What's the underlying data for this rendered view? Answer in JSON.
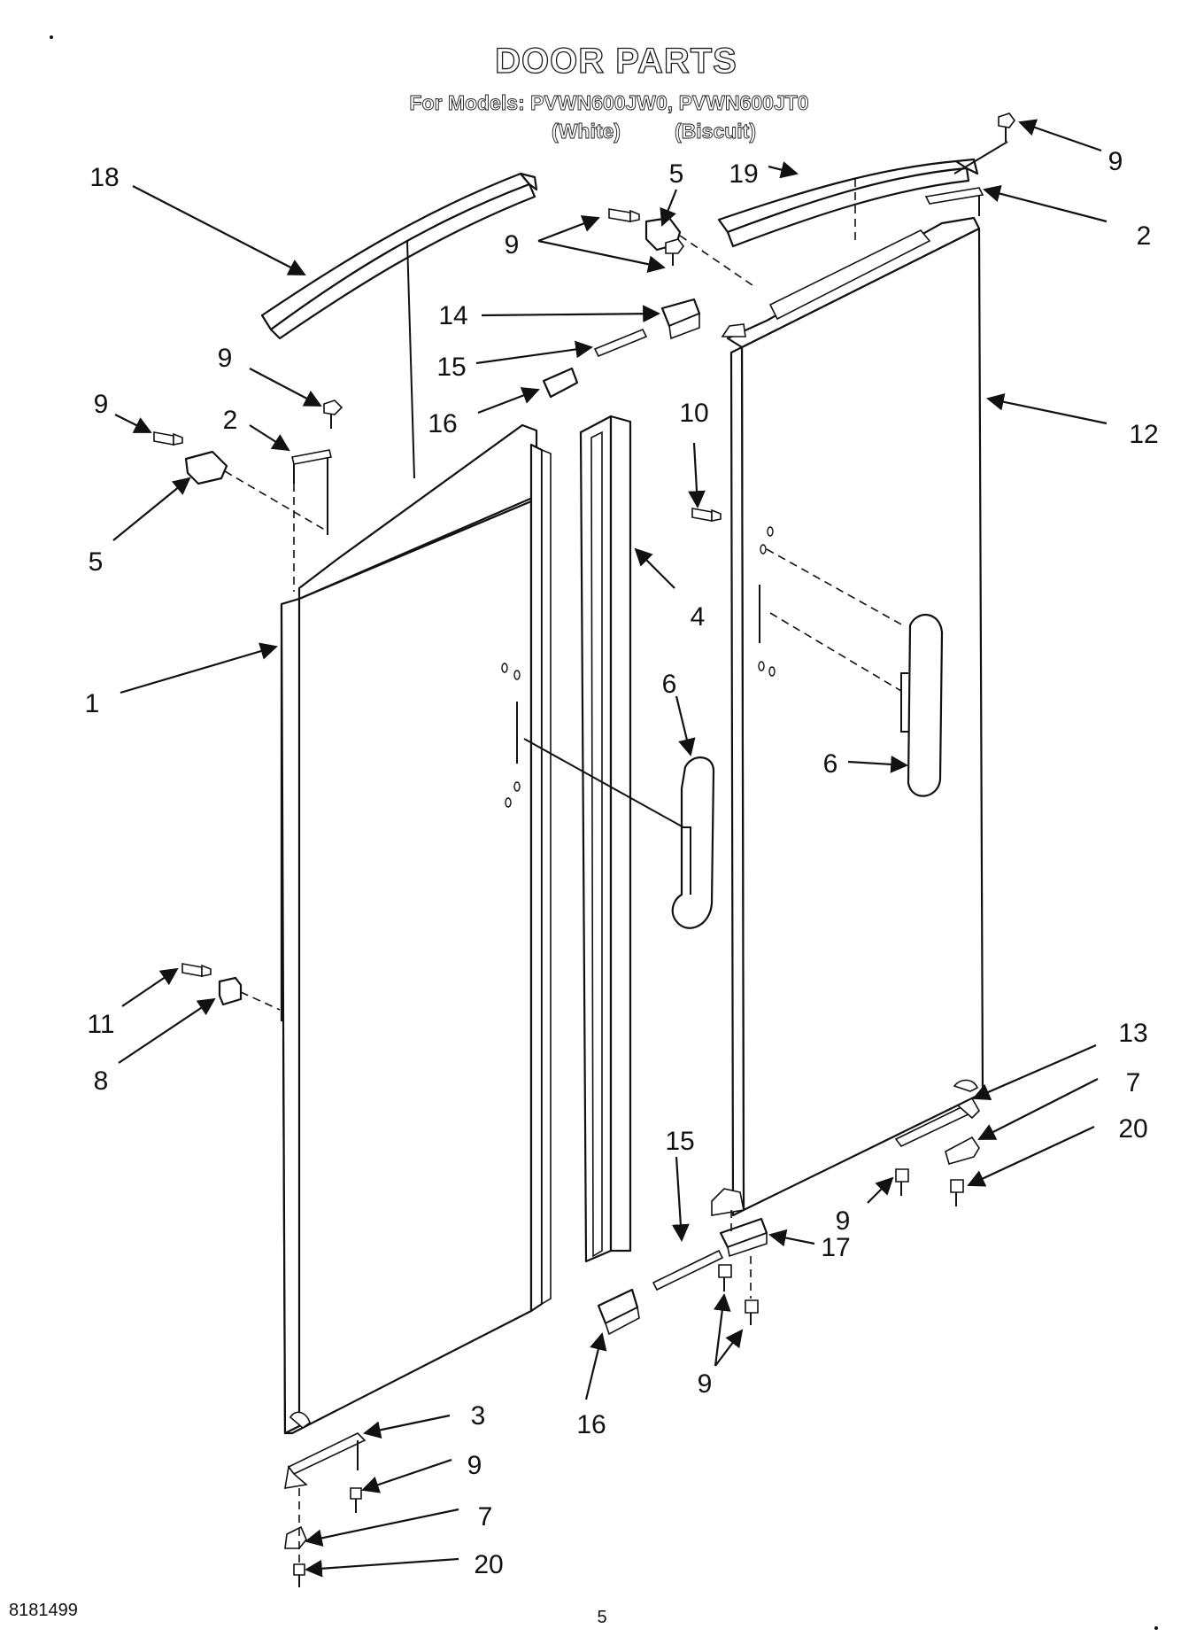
{
  "header": {
    "title": "DOOR PARTS",
    "models_line": "For Models: PVWN600JW0, PVWN600JT0",
    "color_white": "(White)",
    "color_biscuit": "(Biscuit)"
  },
  "callouts": {
    "c1": "1",
    "c2a": "2",
    "c2b": "2",
    "c3": "3",
    "c4": "4",
    "c5a": "5",
    "c5b": "5",
    "c6a": "6",
    "c6b": "6",
    "c7a": "7",
    "c7b": "7",
    "c8": "8",
    "c9a": "9",
    "c9b": "9",
    "c9c": "9",
    "c9d": "9",
    "c9e": "9",
    "c9f": "9",
    "c9g": "9",
    "c10": "10",
    "c11": "11",
    "c12": "12",
    "c13": "13",
    "c14": "14",
    "c15a": "15",
    "c15b": "15",
    "c16a": "16",
    "c16b": "16",
    "c17": "17",
    "c18": "18",
    "c19": "19",
    "c20a": "20",
    "c20b": "20"
  },
  "footer": {
    "doc_number": "8181499",
    "page_number": "5"
  }
}
